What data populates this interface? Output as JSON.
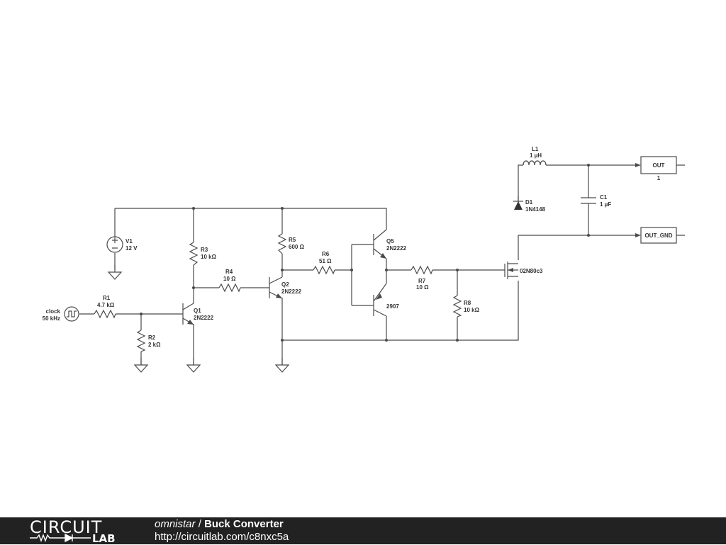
{
  "footer": {
    "logo_top": "CIRCUIT",
    "logo_bottom": "LAB",
    "author": "omnistar",
    "separator": " / ",
    "title": "Buck Converter",
    "url": "http://circuitlab.com/c8nxc5a"
  },
  "components": {
    "clock": {
      "name": "clock",
      "value": "50 kHz"
    },
    "V1": {
      "name": "V1",
      "value": "12 V"
    },
    "R1": {
      "name": "R1",
      "value": "4.7 kΩ"
    },
    "R2": {
      "name": "R2",
      "value": "2 kΩ"
    },
    "R3": {
      "name": "R3",
      "value": "10 kΩ"
    },
    "R4": {
      "name": "R4",
      "value": "10 Ω"
    },
    "R5": {
      "name": "R5",
      "value": "600 Ω"
    },
    "R6": {
      "name": "R6",
      "value": "51 Ω"
    },
    "R7": {
      "name": "R7",
      "value": "10 Ω"
    },
    "R8": {
      "name": "R8",
      "value": "10 kΩ"
    },
    "Q1": {
      "name": "Q1",
      "value": "2N2222"
    },
    "Q2": {
      "name": "Q2",
      "value": "2N2222"
    },
    "Q5": {
      "name": "Q5",
      "value": "2N2222"
    },
    "Q_pnp": {
      "value": "2907"
    },
    "M1": {
      "value": "02N80c3"
    },
    "D1": {
      "name": "D1",
      "value": "1N4148"
    },
    "L1": {
      "name": "L1",
      "value": "1 µH"
    },
    "C1": {
      "name": "C1",
      "value": "1 µF"
    }
  },
  "ports": {
    "out": {
      "label": "OUT",
      "sub": "1"
    },
    "out_gnd": {
      "label": "OUT_GND"
    }
  },
  "colors": {
    "wire": "#4a4a4a",
    "text": "#333333",
    "footer_bg": "#222222",
    "footer_text": "#ffffff"
  }
}
